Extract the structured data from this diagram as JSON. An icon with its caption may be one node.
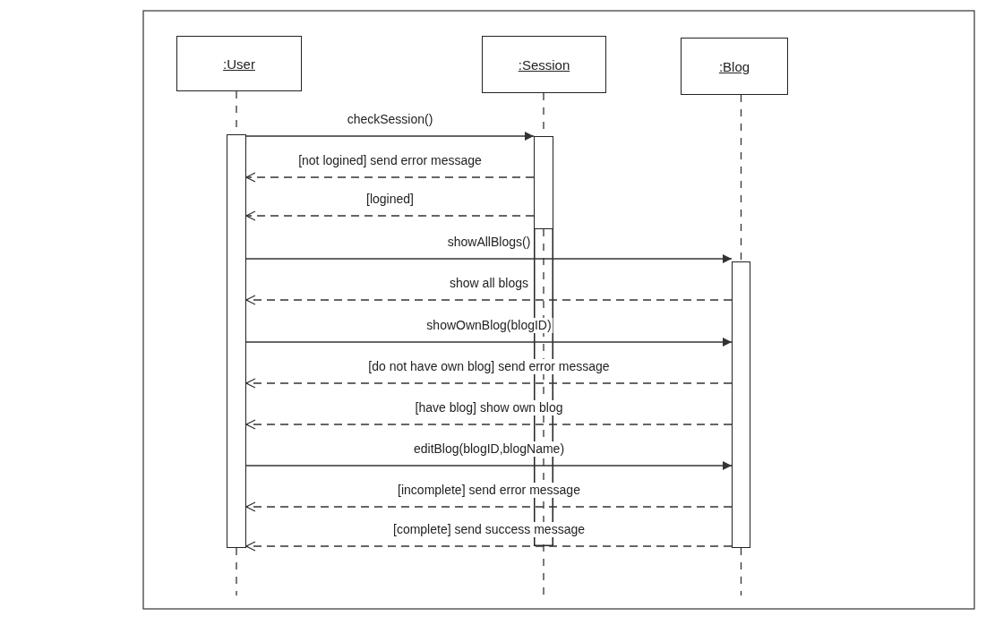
{
  "diagram": {
    "nodes": [
      {
        "text": [
          ":User"
        ]
      },
      {
        "text": [
          ":Session"
        ]
      },
      {
        "text": [
          ":Blog"
        ]
      },
      {
        "text": [],
        "shape": "bar"
      },
      {
        "text": [],
        "shape": "bar"
      },
      {
        "text": [],
        "shape": "bar"
      }
    ],
    "edges": [
      {
        "from": 3,
        "to": 4,
        "arrow": "to",
        "label": "checkSession()"
      },
      {
        "from": 4,
        "to": 3,
        "arrow": "to",
        "label": "[not logined] send error message",
        "style": "dashed"
      },
      {
        "from": 4,
        "to": 3,
        "arrow": "to",
        "label": "[logined]",
        "style": "dashed"
      },
      {
        "from": 3,
        "to": 5,
        "arrow": "to",
        "label": "showAllBlogs()"
      },
      {
        "from": 5,
        "to": 3,
        "arrow": "to",
        "label": "show all blogs",
        "style": "dashed"
      },
      {
        "from": 3,
        "to": 5,
        "arrow": "to",
        "label": "showOwnBlog(blogID)"
      },
      {
        "from": 5,
        "to": 3,
        "arrow": "to",
        "label": "[do not have own blog] send error message",
        "style": "dashed"
      },
      {
        "from": 5,
        "to": 3,
        "arrow": "to",
        "label": "[have blog] show own blog",
        "style": "dashed"
      },
      {
        "from": 3,
        "to": 5,
        "arrow": "to",
        "label": "editBlog(blogID,blogName)"
      },
      {
        "from": 5,
        "to": 3,
        "arrow": "to",
        "label": "[incomplete] send error message",
        "style": "dashed"
      },
      {
        "from": 5,
        "to": 3,
        "arrow": "to",
        "label": "[complete] send success message",
        "style": "dashed"
      },
      {
        "from": 0,
        "to": 3,
        "arrow": "none",
        "style": "dashed"
      },
      {
        "from": 1,
        "to": 4,
        "arrow": "none",
        "style": "dashed"
      },
      {
        "from": 2,
        "to": 5,
        "arrow": "none",
        "style": "dashed"
      },
      {
        "from": 3,
        "to": null,
        "arrow": "none",
        "style": "dashed"
      },
      {
        "from": 4,
        "to": null,
        "arrow": "none",
        "style": "dashed"
      },
      {
        "from": 5,
        "to": null,
        "arrow": "none",
        "style": "dashed"
      }
    ]
  }
}
